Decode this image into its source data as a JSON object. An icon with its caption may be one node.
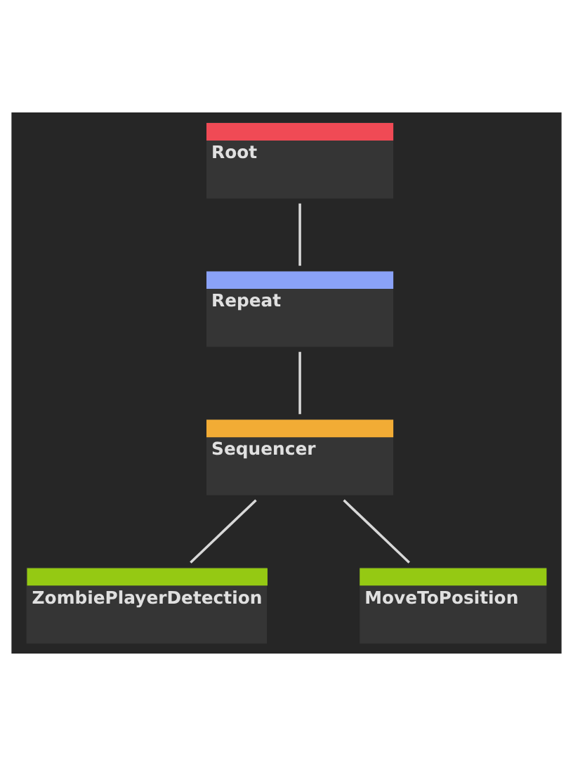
{
  "diagram": {
    "nodes": [
      {
        "text": [
          "Root"
        ]
      },
      {
        "text": [
          "Repeat"
        ]
      },
      {
        "text": [
          "Sequencer"
        ]
      },
      {
        "text": [
          "ZombiePlayerDetection"
        ]
      },
      {
        "text": [
          "MoveToPosition"
        ]
      }
    ],
    "edges": [
      {
        "from": 0,
        "to": 1,
        "arrow": "none"
      },
      {
        "from": 1,
        "to": 2,
        "arrow": "none"
      },
      {
        "from": 2,
        "to": 3,
        "arrow": "none"
      },
      {
        "from": 2,
        "to": 4,
        "arrow": "none"
      }
    ]
  }
}
